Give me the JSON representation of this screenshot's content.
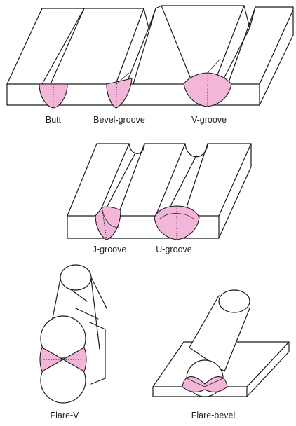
{
  "joints": {
    "butt": "Butt",
    "bevel_groove": "Bevel-groove",
    "v_groove": "V-groove",
    "j_groove": "J-groove",
    "u_groove": "U-groove",
    "flare_v": "Flare-V",
    "flare_bevel": "Flare-bevel"
  },
  "colors": {
    "weld_fill": "#f3b6d9",
    "line": "#1a1a1a"
  }
}
